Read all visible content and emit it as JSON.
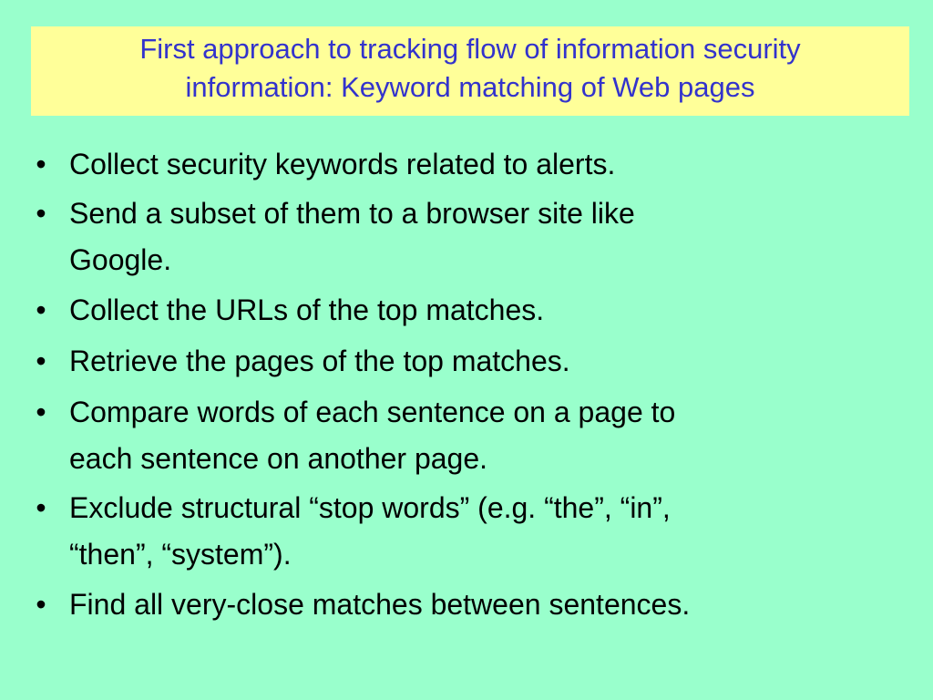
{
  "slide": {
    "title_lines": [
      "First approach to tracking flow of information security",
      "information: Keyword matching of Web pages"
    ],
    "bullet_glyph": "•",
    "bullets": [
      {
        "lines": [
          "Collect security keywords related to alerts."
        ]
      },
      {
        "lines": [
          "Send a subset of them to a browser site like",
          "Google."
        ]
      },
      {
        "lines": [
          "Collect the URLs of the top matches."
        ]
      },
      {
        "lines": [
          "Retrieve the pages of the top matches."
        ]
      },
      {
        "lines": [
          "Compare words of each sentence on a page to",
          "each sentence on another page."
        ]
      },
      {
        "lines": [
          "Exclude structural “stop words” (e.g. “the”, “in”,",
          "“then”, “system”)."
        ]
      },
      {
        "lines": [
          "Find all very-close matches between sentences."
        ]
      }
    ]
  },
  "colors": {
    "background": "#99ffcc",
    "title_background": "#ffff99",
    "title_text": "#3333cc",
    "body_text": "#000000"
  }
}
